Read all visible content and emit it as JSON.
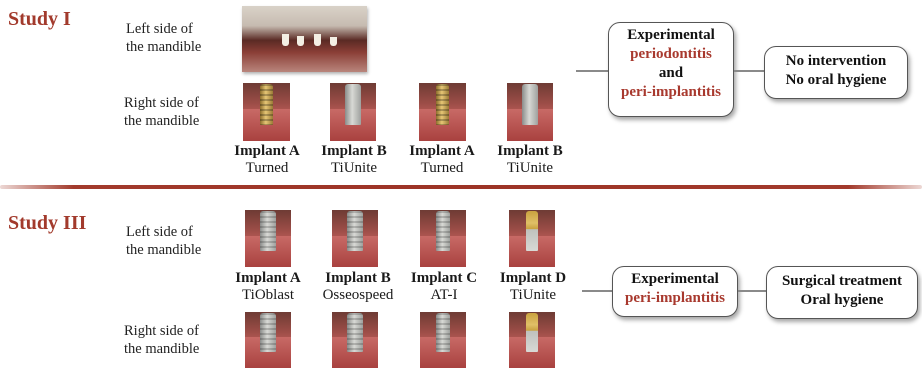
{
  "study1": {
    "title": "Study I",
    "left_label_1": "Left side of",
    "left_label_2": "the mandible",
    "right_label_1": "Right side of",
    "right_label_2": "the mandible",
    "implants": [
      {
        "name": "Implant A",
        "surface": "Turned"
      },
      {
        "name": "Implant B",
        "surface": "TiUnite"
      },
      {
        "name": "Implant A",
        "surface": "Turned"
      },
      {
        "name": "Implant B",
        "surface": "TiUnite"
      }
    ],
    "box1": {
      "line1": "Experimental",
      "line2": "periodontitis",
      "line3": "and",
      "line4": "peri-implantitis"
    },
    "box2": {
      "line1": "No intervention",
      "line2": "No oral hygiene"
    }
  },
  "study3": {
    "title": "Study III",
    "left_label_1": "Left side of",
    "left_label_2": "the mandible",
    "right_label_1": "Right side of",
    "right_label_2": "the mandible",
    "implants": [
      {
        "name": "Implant A",
        "surface": "TiOblast"
      },
      {
        "name": "Implant B",
        "surface": "Osseospeed"
      },
      {
        "name": "Implant C",
        "surface": "AT-I"
      },
      {
        "name": "Implant D",
        "surface": "TiUnite"
      }
    ],
    "box1": {
      "line1": "Experimental",
      "line2": "peri-implantitis"
    },
    "box2": {
      "line1": "Surgical treatment",
      "line2": "Oral hygiene"
    }
  },
  "colors": {
    "accent": "#a23a2c",
    "text": "#1a1a1a"
  }
}
